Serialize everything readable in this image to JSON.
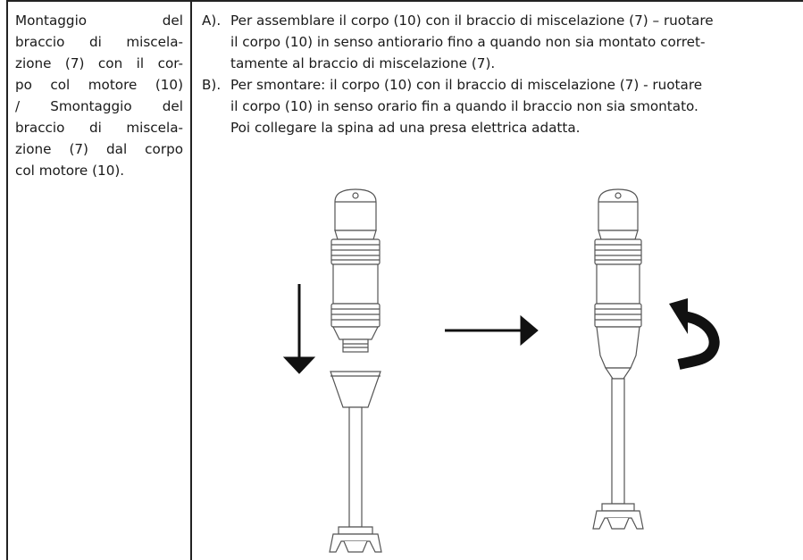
{
  "left_cell": {
    "lines": [
      "Montaggio del",
      "braccio di miscela-",
      "zione (7) con il cor-",
      "po col motore (10)",
      "/ Smontaggio del",
      "braccio di miscela-",
      "zione (7) dal corpo",
      "col motore (10)."
    ]
  },
  "instructions": [
    {
      "marker": "A).",
      "lines": [
        "Per assemblare il corpo (10) con il braccio di miscelazione (7) – ruotare",
        "il corpo (10) in senso antiorario fino a quando non sia montato corret-",
        "tamente al braccio di miscelazione (7)."
      ]
    },
    {
      "marker": "B).",
      "lines": [
        "Per smontare: il corpo (10) con il braccio di miscelazione (7) - ruotare",
        "il corpo (10) in senso orario fin a quando il braccio non sia smontato.",
        "Poi collegare la spina ad una presa elettrica adatta."
      ]
    }
  ],
  "figure": {
    "stroke_color": "#555555",
    "arrow_color": "#111111"
  }
}
